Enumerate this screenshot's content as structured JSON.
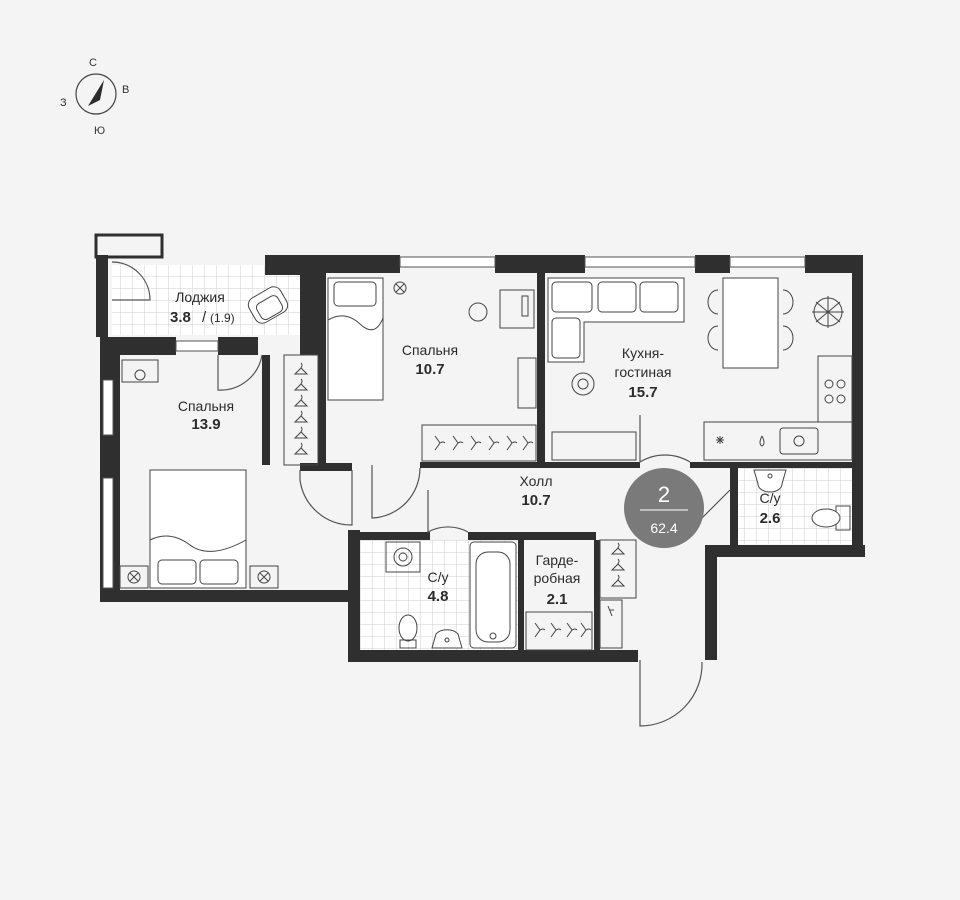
{
  "compass": {
    "north": "С",
    "east": "В",
    "south": "Ю",
    "west": "З"
  },
  "summary": {
    "rooms": "2",
    "total_area": "62.4",
    "badge_color": "#7a7a7a"
  },
  "rooms": [
    {
      "id": "loggia",
      "name": "Лоджия",
      "area": "3.8",
      "area_note": "(1.9)"
    },
    {
      "id": "bedroom-large",
      "name": "Спальня",
      "area": "13.9"
    },
    {
      "id": "bedroom-small",
      "name": "Спальня",
      "area": "10.7"
    },
    {
      "id": "kitchen-living",
      "name_line1": "Кухня-",
      "name_line2": "гостиная",
      "area": "15.7"
    },
    {
      "id": "hall",
      "name": "Холл",
      "area": "10.7"
    },
    {
      "id": "bathroom-small",
      "name": "С/у",
      "area": "2.6"
    },
    {
      "id": "bathroom-main",
      "name": "С/у",
      "area": "4.8"
    },
    {
      "id": "wardrobe",
      "name_line1": "Гарде-",
      "name_line2": "робная",
      "area": "2.1"
    }
  ],
  "colors": {
    "wall": "#2f2f2f",
    "tile": "#ffffff",
    "floor": "#f4f4f4",
    "line": "#555555"
  }
}
